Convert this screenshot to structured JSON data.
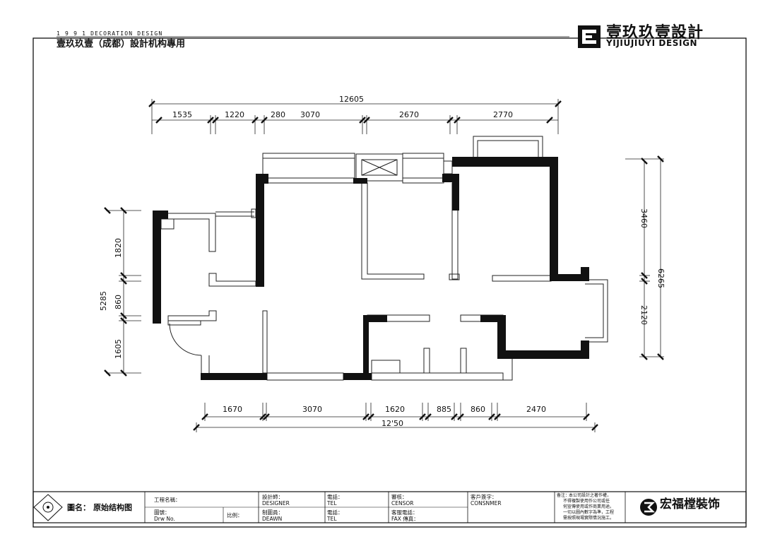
{
  "header": {
    "series": "1 9 9 1 DECORATION DESIGN",
    "studio": "壹玖玖壹（成都）設計机构專用"
  },
  "logo": {
    "text_cn": "壹玖玖壹設計",
    "text_en": "YIJIUJIUYI DESIGN"
  },
  "dimensions": {
    "top_total": "12605",
    "top_segments": [
      "1535",
      "1220",
      "280",
      "3070",
      "2670",
      "2770"
    ],
    "bottom_segments": [
      "1670",
      "3070",
      "1620",
      "885",
      "860",
      "2470"
    ],
    "bottom_total": "12'50",
    "left_total": "5285",
    "left_segments": [
      "1820",
      "860",
      "1605"
    ],
    "right_total": "6265",
    "right_segments": [
      "3460",
      "2120"
    ]
  },
  "title_block": {
    "drawing_name_label": "圖名：",
    "drawing_name": "原始结构图",
    "project_label": "工程名稱：",
    "drawing_no_label": "圖號：",
    "drawing_no_en": "Drw No.",
    "scale_label": "比例：",
    "designer_label": "設計師：",
    "designer_en": "DESIGNER",
    "drawn_label": "制圖員：",
    "drawn_en": "DEAWN",
    "tel1_label": "電話：",
    "tel1_en": "TEL",
    "tel2_label": "電話：",
    "tel2_en": "TEL",
    "censor_label": "審核：",
    "censor_en": "CENSOR",
    "client_tel_label": "客服電話：",
    "fax_label": "FAX 傳真：",
    "client_sign_label": "客戶簽字：",
    "client_sign_en": "CONSNMER",
    "note_label": "备注：",
    "notes": [
      "本公司設計之著作權，",
      "不得複製使用作公司或任",
      "何宣傳使用或作商業用途。",
      "一切以圖內數字為準，工程",
      "需按照現場實際情況施工。"
    ],
    "brand": "宏福樘裝饰"
  },
  "colors": {
    "wall": "#111111",
    "line": "#222222",
    "paper": "#ffffff"
  }
}
